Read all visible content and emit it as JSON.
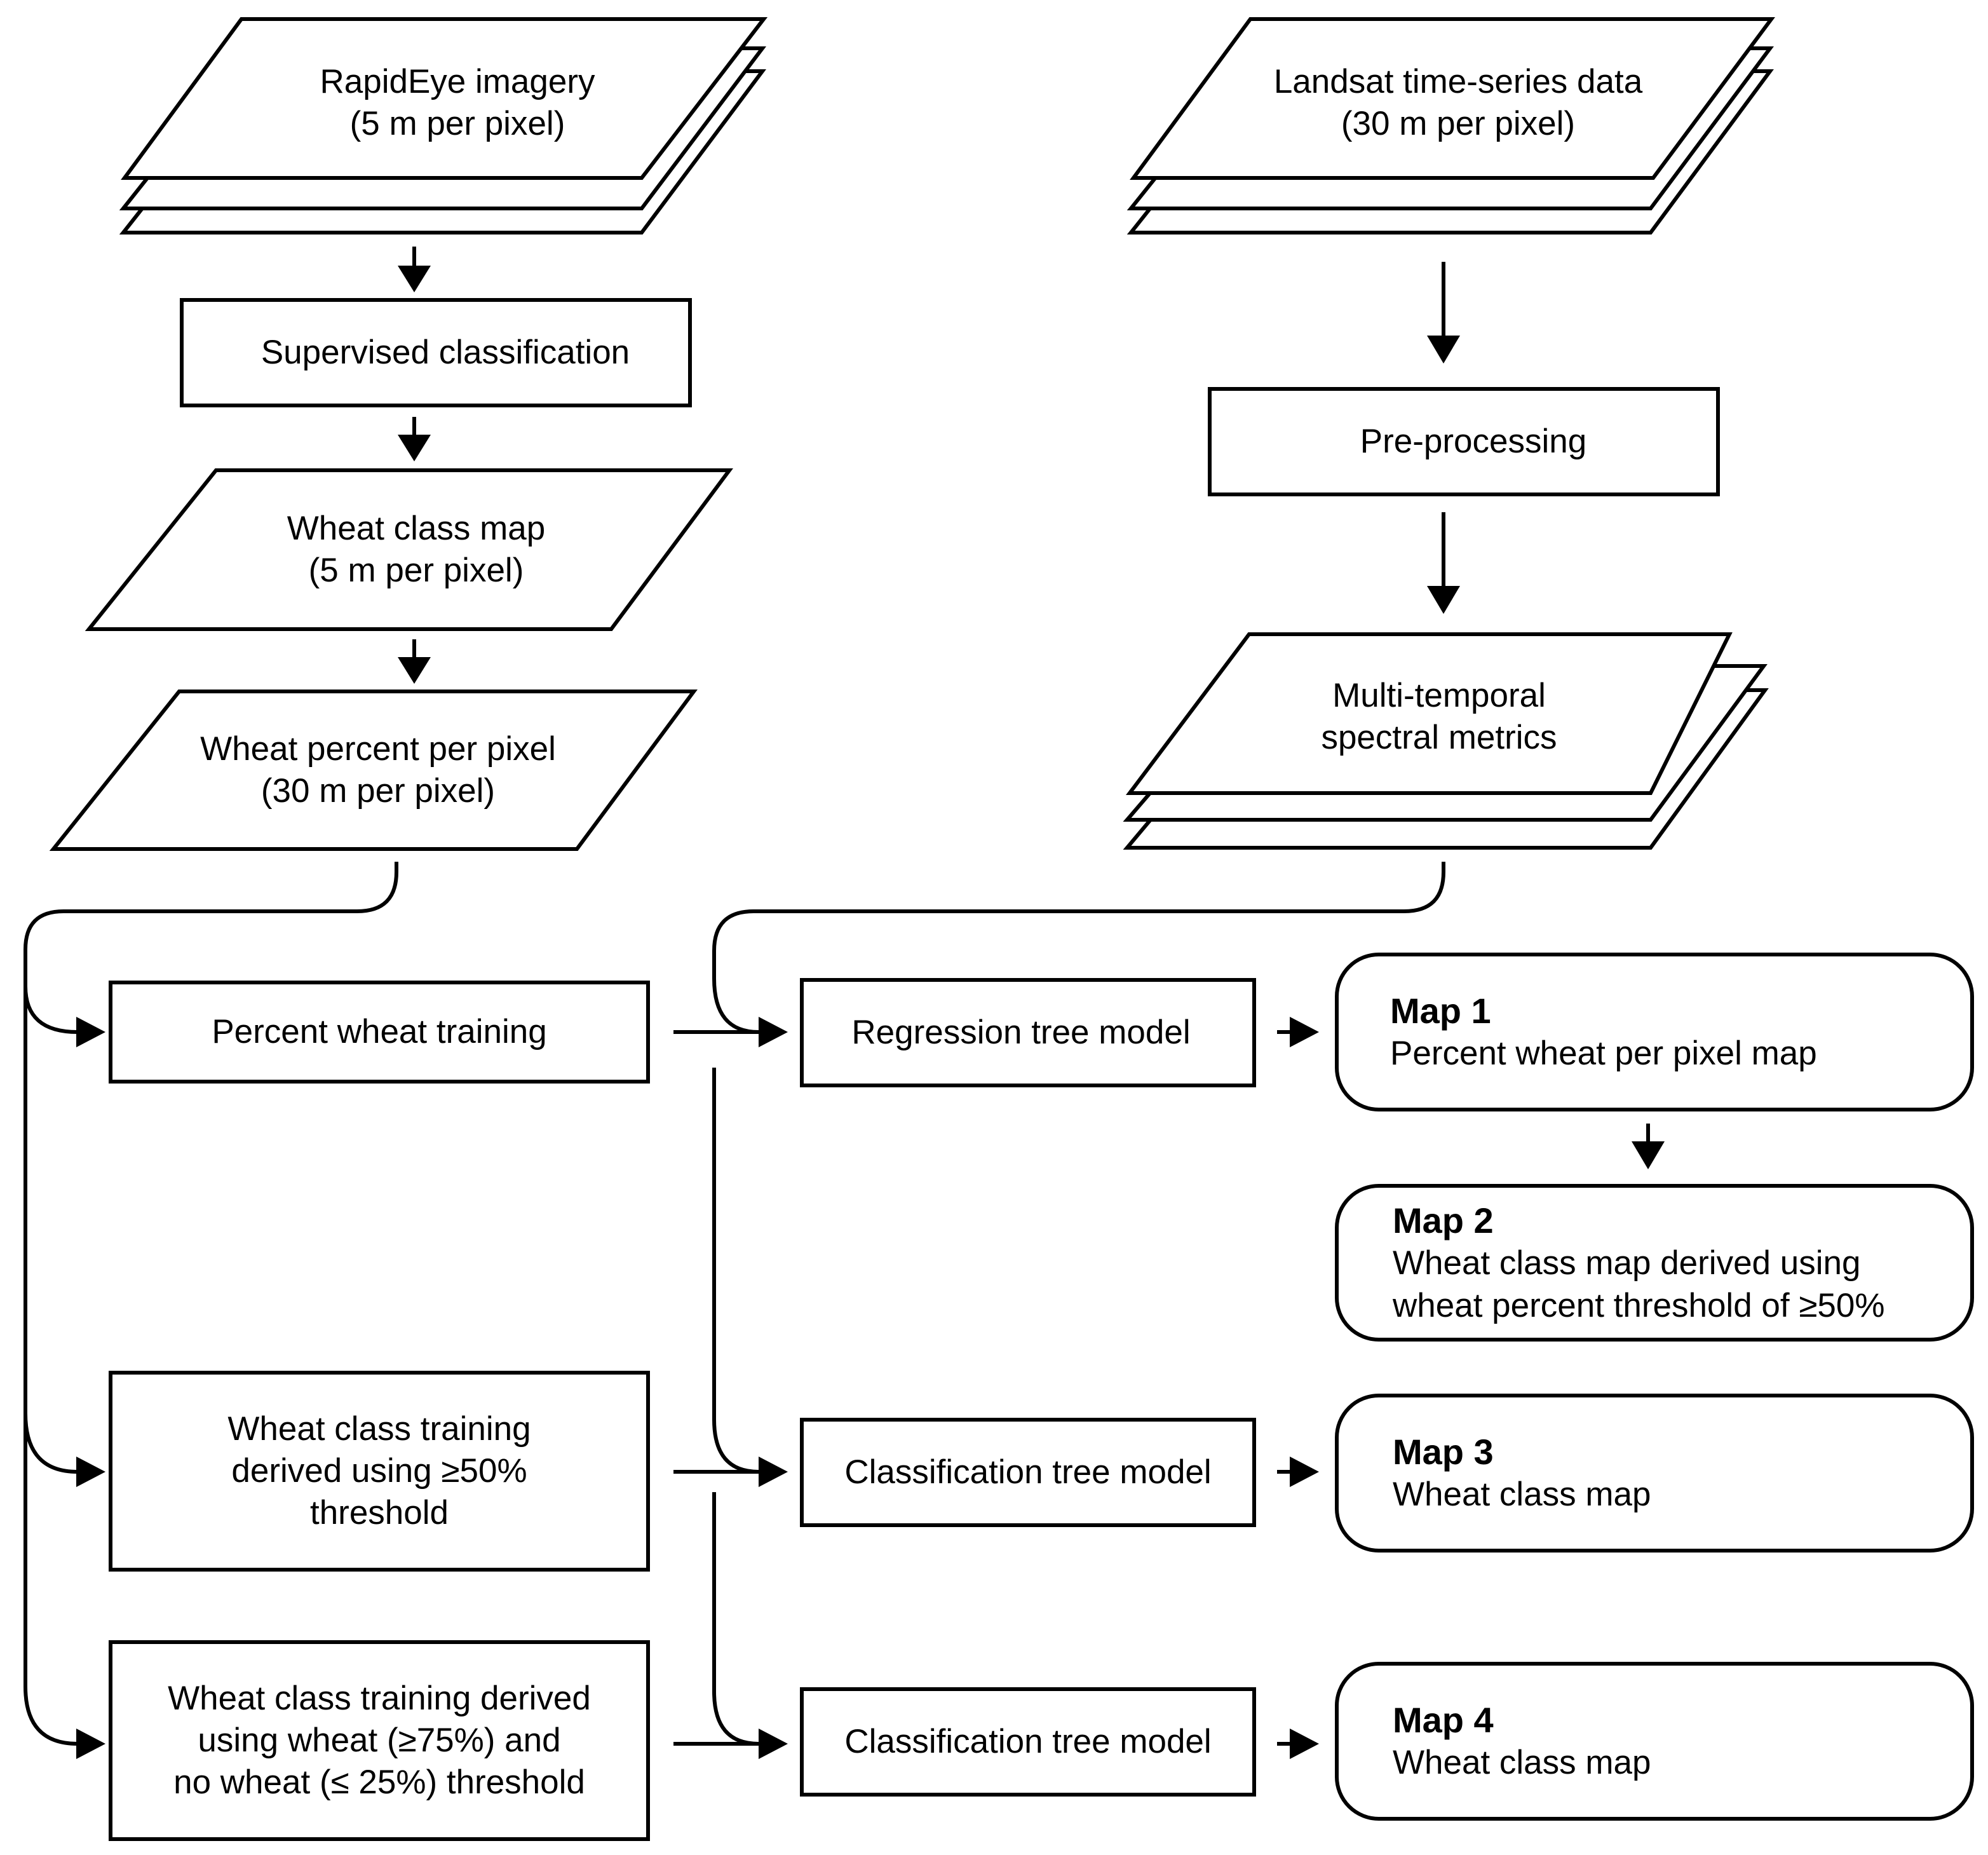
{
  "inputs": {
    "rapideye": {
      "line1": "RapidEye imagery",
      "line2": "(5 m per pixel)"
    },
    "landsat": {
      "line1": "Landsat time-series data",
      "line2": "(30 m per pixel)"
    }
  },
  "steps": {
    "supervised": "Supervised classification",
    "preprocessing": "Pre-processing",
    "wheat_class_map": {
      "line1": "Wheat class map",
      "line2": "(5 m per pixel)"
    },
    "wheat_percent": {
      "line1": "Wheat percent per pixel",
      "line2": "(30 m per pixel)"
    },
    "metrics": {
      "line1": "Multi-temporal",
      "line2": "spectral metrics"
    }
  },
  "training": {
    "percent": "Percent wheat training",
    "class50": {
      "line1": "Wheat class training",
      "line2": "derived using ≥50%",
      "line3": "threshold"
    },
    "class75": {
      "line1": "Wheat class training derived",
      "line2": "using wheat (≥75%) and",
      "line3": "no wheat (≤ 25%) threshold"
    }
  },
  "models": {
    "regression": "Regression tree model",
    "classification_a": "Classification tree model",
    "classification_b": "Classification tree model"
  },
  "maps": {
    "map1": {
      "title": "Map 1",
      "line1": "Percent wheat per pixel map"
    },
    "map2": {
      "title": "Map 2",
      "line1": "Wheat class map derived using",
      "line2": "wheat percent threshold of ≥50%"
    },
    "map3": {
      "title": "Map 3",
      "line1": "Wheat class map"
    },
    "map4": {
      "title": "Map 4",
      "line1": "Wheat class map"
    }
  }
}
